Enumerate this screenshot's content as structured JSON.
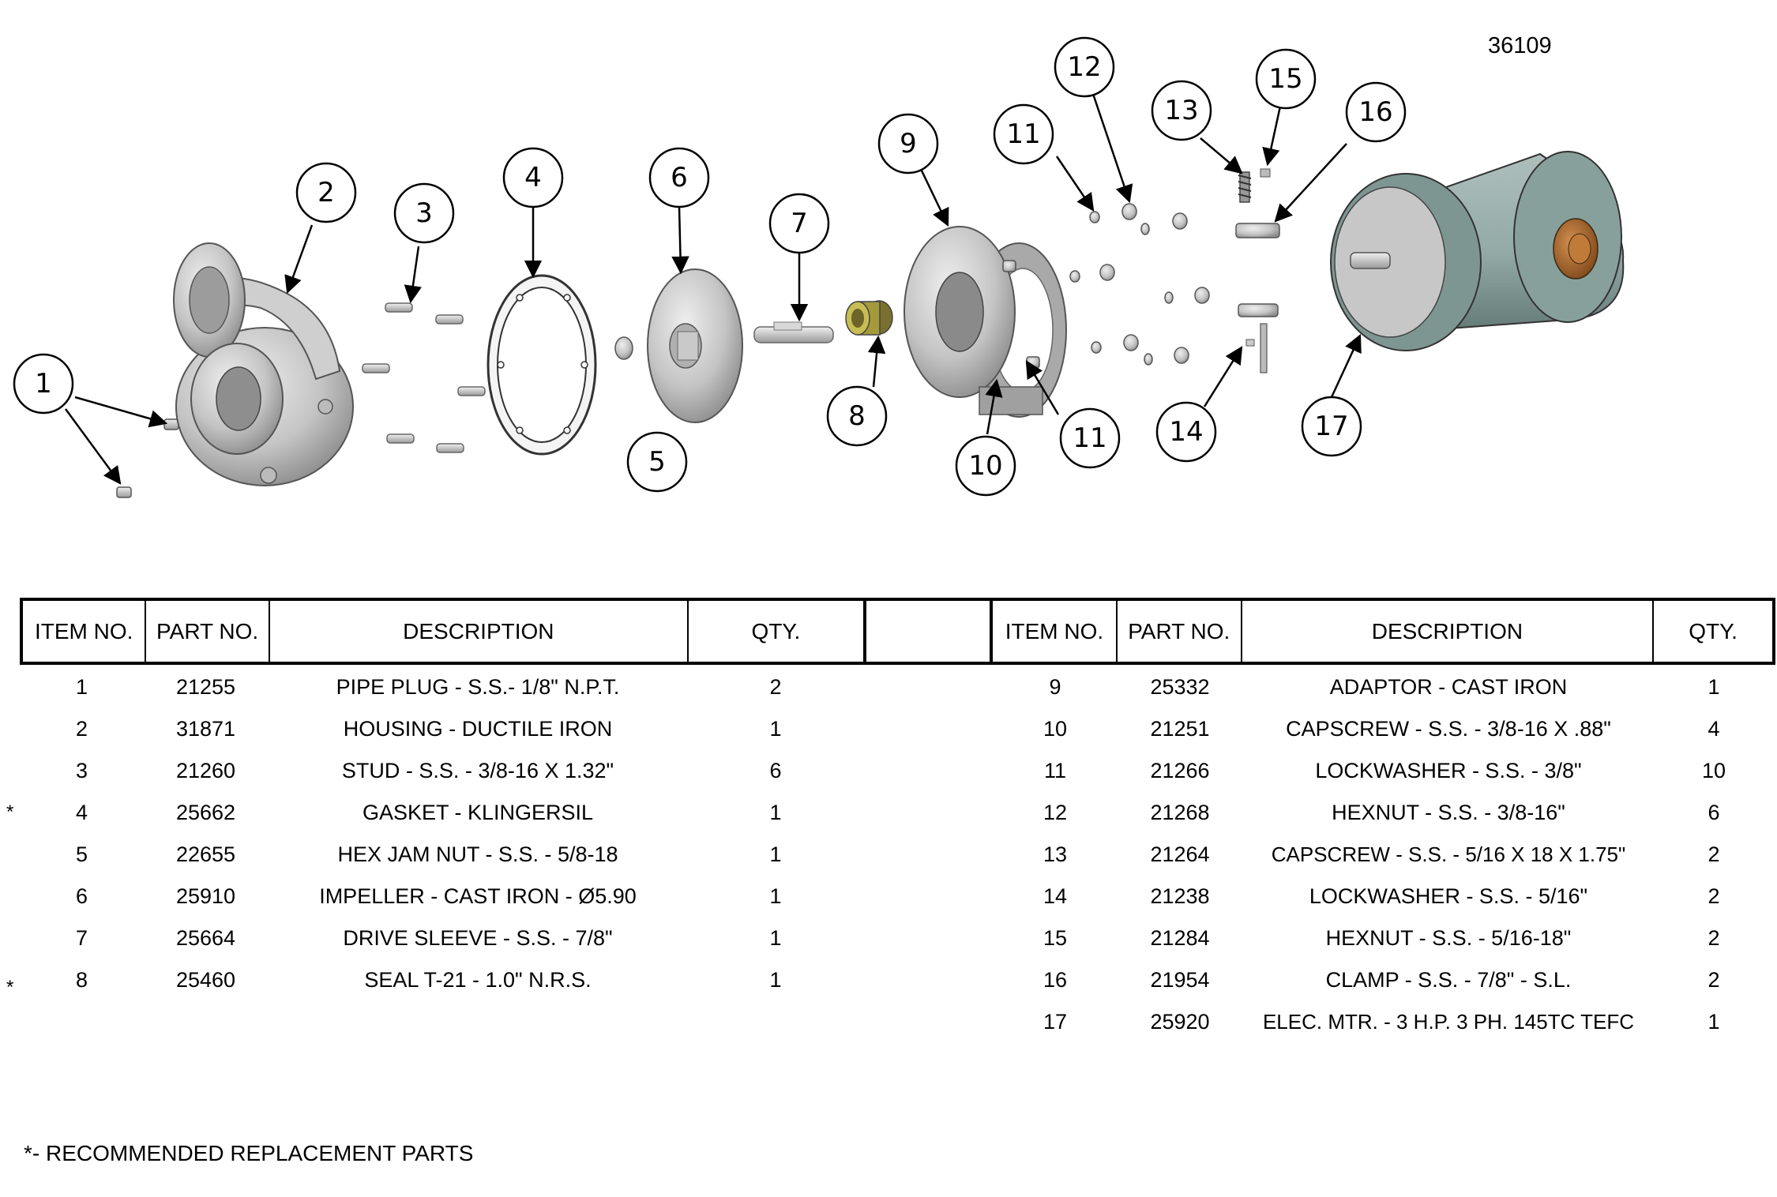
{
  "drawing": {
    "number": "36109",
    "callouts": [
      "1",
      "2",
      "3",
      "4",
      "5",
      "6",
      "7",
      "8",
      "9",
      "10",
      "11",
      "11",
      "12",
      "13",
      "14",
      "15",
      "16",
      "17"
    ]
  },
  "table": {
    "headers": [
      "ITEM NO.",
      "PART NO.",
      "DESCRIPTION",
      "QTY."
    ],
    "left_rows": [
      {
        "star": "",
        "item": "1",
        "part": "21255",
        "desc": "PIPE PLUG - S.S.- 1/8\" N.P.T.",
        "qty": "2"
      },
      {
        "star": "",
        "item": "2",
        "part": "31871",
        "desc": "HOUSING - DUCTILE IRON",
        "qty": "1"
      },
      {
        "star": "",
        "item": "3",
        "part": "21260",
        "desc": "STUD - S.S. - 3/8-16 X 1.32\"",
        "qty": "6"
      },
      {
        "star": "*",
        "item": "4",
        "part": "25662",
        "desc": "GASKET - KLINGERSIL",
        "qty": "1"
      },
      {
        "star": "",
        "item": "5",
        "part": "22655",
        "desc": "HEX JAM NUT - S.S. - 5/8-18",
        "qty": "1"
      },
      {
        "star": "",
        "item": "6",
        "part": "25910",
        "desc": "IMPELLER - CAST IRON - Ø5.90",
        "qty": "1"
      },
      {
        "star": "",
        "item": "7",
        "part": "25664",
        "desc": "DRIVE SLEEVE - S.S. - 7/8\"",
        "qty": "1"
      },
      {
        "star": "*",
        "item": "8",
        "part": "25460",
        "desc": "SEAL T-21 - 1.0\" N.R.S.",
        "qty": "1"
      }
    ],
    "right_rows": [
      {
        "item": "9",
        "part": "25332",
        "desc": "ADAPTOR - CAST IRON",
        "qty": "1"
      },
      {
        "item": "10",
        "part": "21251",
        "desc": "CAPSCREW - S.S. - 3/8-16 X .88\"",
        "qty": "4"
      },
      {
        "item": "11",
        "part": "21266",
        "desc": "LOCKWASHER - S.S. - 3/8\"",
        "qty": "10"
      },
      {
        "item": "12",
        "part": "21268",
        "desc": "HEXNUT - S.S. - 3/8-16\"",
        "qty": "6"
      },
      {
        "item": "13",
        "part": "21264",
        "desc": "CAPSCREW - S.S. - 5/16 X 18 X 1.75\"",
        "qty": "2"
      },
      {
        "item": "14",
        "part": "21238",
        "desc": "LOCKWASHER - S.S. - 5/16\"",
        "qty": "2"
      },
      {
        "item": "15",
        "part": "21284",
        "desc": "HEXNUT - S.S. - 5/16-18\"",
        "qty": "2"
      },
      {
        "item": "16",
        "part": "21954",
        "desc": "CLAMP - S.S. - 7/8\" - S.L.",
        "qty": "2"
      },
      {
        "item": "17",
        "part": "25920",
        "desc": "ELEC. MTR. - 3 H.P. 3 PH. 145TC TEFC",
        "qty": "1"
      }
    ]
  },
  "footnote": "*- RECOMMENDED REPLACEMENT PARTS",
  "colors": {
    "part_gray": "#c8c8c8",
    "part_dark": "#8a8a8a",
    "motor_green": "#9fb5b2",
    "motor_dark": "#6f8784",
    "seal_olive": "#a59a3a",
    "box_copper": "#b06a30"
  }
}
